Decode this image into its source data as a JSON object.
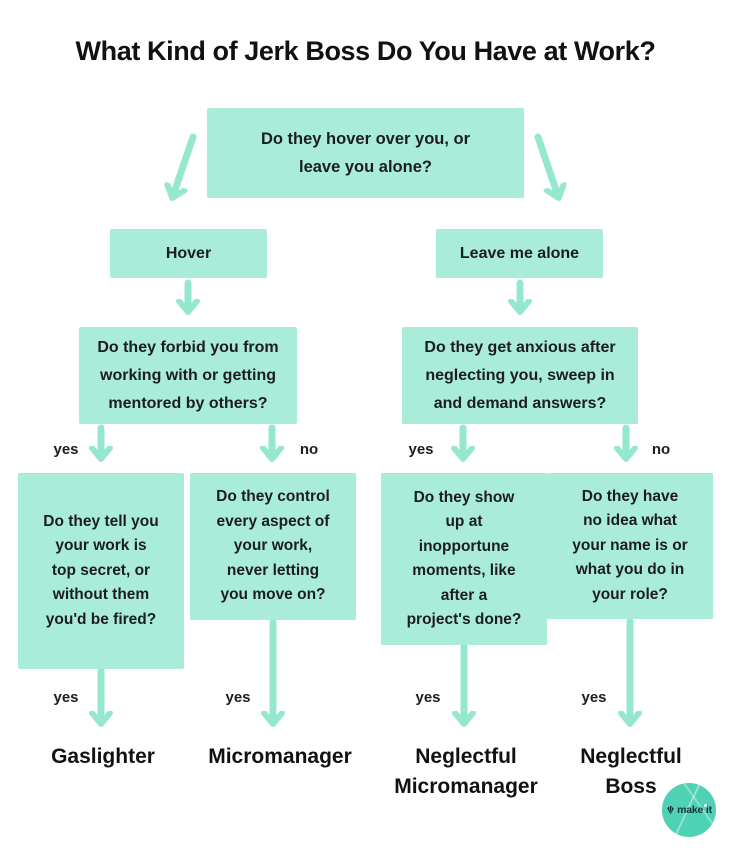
{
  "title": "What Kind of Jerk Boss Do You Have at Work?",
  "labels": {
    "yes": "yes",
    "no": "no"
  },
  "flowchart": {
    "root": "Do they hover over you, or\nleave you alone?",
    "branch_hover": "Hover",
    "branch_leave": "Leave me alone",
    "q_hover": "Do they forbid you from\nworking with or getting\nmentored by others?",
    "q_leave": "Do they get anxious after\nneglecting you, sweep in\nand demand answers?",
    "leaf_gaslighter": "Do they tell you\nyour work is\ntop secret, or\nwithout them\nyou'd be fired?",
    "leaf_micromanager": "Do they control\nevery aspect of\nyour work,\nnever letting\nyou move on?",
    "leaf_neglectful_micromanager": "Do they show\nup at\ninopportune\nmoments, like\nafter a\nproject's done?",
    "leaf_neglectful_boss": "Do they have\nno idea what\nyour name is or\nwhat you do in\nyour role?",
    "answer_gaslighter": "Gaslighter",
    "answer_micromanager": "Micromanager",
    "answer_neglectful_micromanager": "Neglectful\nMicromanager",
    "answer_neglectful_boss": "Neglectful\nBoss"
  },
  "logo": {
    "text": "make it"
  },
  "colors": {
    "background": "#ffffff",
    "box_fill": "#a8ecd9",
    "arrow": "#96e7cf",
    "text": "#1d1d1f",
    "logo_circle": "#4fd1b3"
  }
}
